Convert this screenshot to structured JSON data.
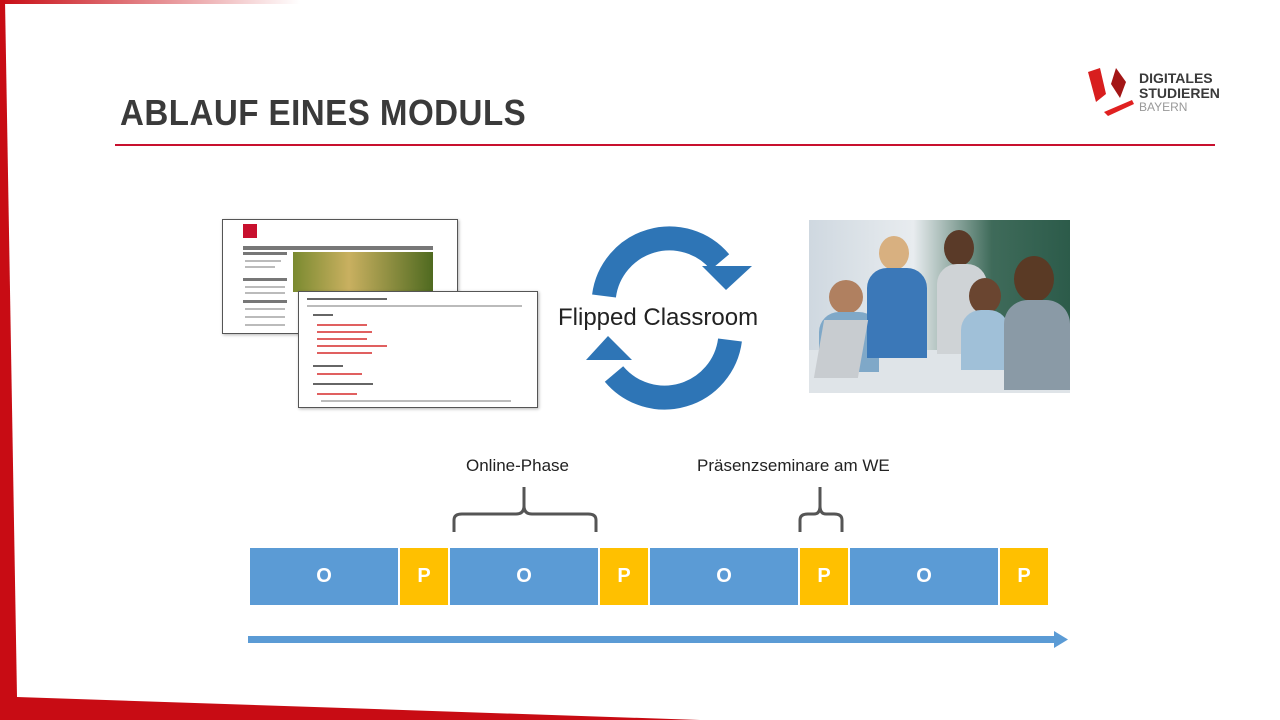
{
  "slide": {
    "title": "ABLAUF EINES MODULS"
  },
  "logo": {
    "line1": "DIGITALES",
    "line2": "STUDIEREN",
    "line3": "BAYERN"
  },
  "cycle": {
    "label": "Flipped Classroom"
  },
  "timeline": {
    "online_label": "Online-Phase",
    "presence_label": "Präsenzseminare am WE",
    "blocks": [
      "O",
      "P",
      "O",
      "P",
      "O",
      "P",
      "O",
      "P"
    ]
  },
  "colors": {
    "online": "#5b9bd5",
    "presence": "#ffc000",
    "accent": "#c8102e",
    "arrow": "#2e75b6"
  }
}
